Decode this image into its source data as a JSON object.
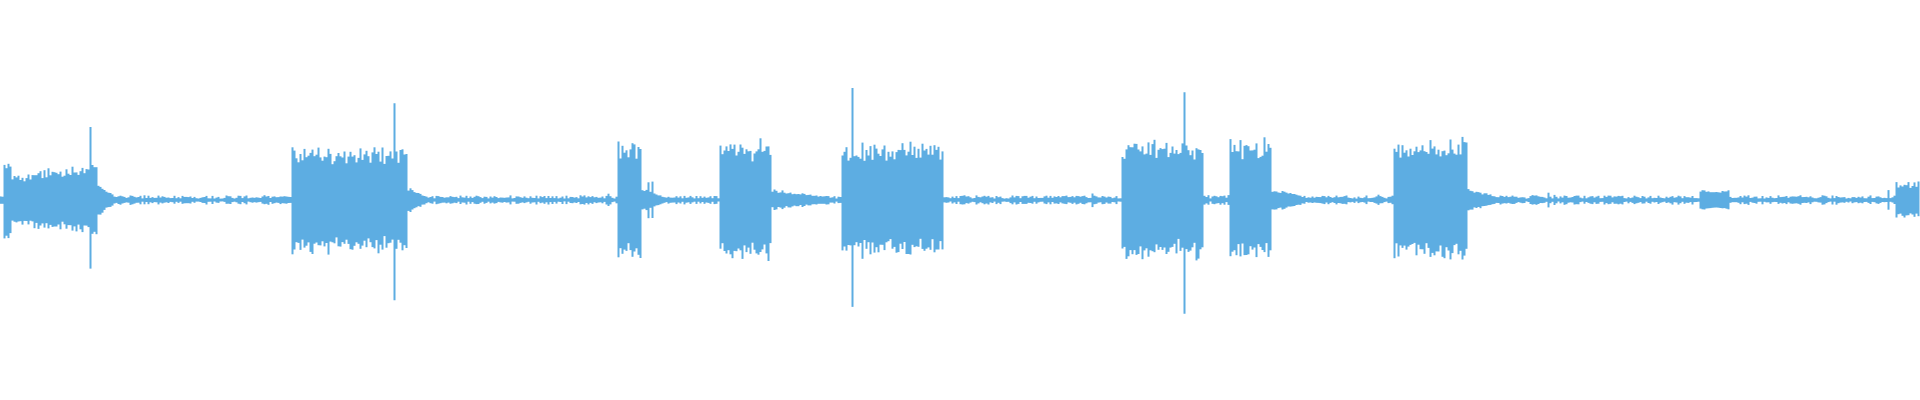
{
  "waveform": {
    "color": "#5dade2",
    "background": "#ffffff",
    "duration_units": 1000,
    "baseline_amplitude": 0.02,
    "segments": [
      {
        "start": 2,
        "end": 6,
        "amplitude": 0.22
      },
      {
        "start": 6,
        "end": 50,
        "amplitude": 0.2,
        "ramp": "up"
      },
      {
        "start": 50,
        "end": 60,
        "amplitude": 0.08,
        "ramp": "down"
      },
      {
        "start": 152,
        "end": 212,
        "amplitude": 0.3
      },
      {
        "start": 212,
        "end": 222,
        "amplitude": 0.06,
        "ramp": "down"
      },
      {
        "start": 321,
        "end": 334,
        "amplitude": 0.32
      },
      {
        "start": 334,
        "end": 346,
        "amplitude": 0.05,
        "ramp": "down"
      },
      {
        "start": 375,
        "end": 402,
        "amplitude": 0.33
      },
      {
        "start": 402,
        "end": 430,
        "amplitude": 0.04,
        "ramp": "down"
      },
      {
        "start": 438,
        "end": 491,
        "amplitude": 0.32
      },
      {
        "start": 584,
        "end": 627,
        "amplitude": 0.33
      },
      {
        "start": 640,
        "end": 662,
        "amplitude": 0.34
      },
      {
        "start": 662,
        "end": 680,
        "amplitude": 0.05,
        "ramp": "down"
      },
      {
        "start": 726,
        "end": 764,
        "amplitude": 0.34
      },
      {
        "start": 764,
        "end": 780,
        "amplitude": 0.05,
        "ramp": "down"
      },
      {
        "start": 885,
        "end": 900,
        "amplitude": 0.06
      },
      {
        "start": 987,
        "end": 1000,
        "amplitude": 0.1
      }
    ]
  }
}
